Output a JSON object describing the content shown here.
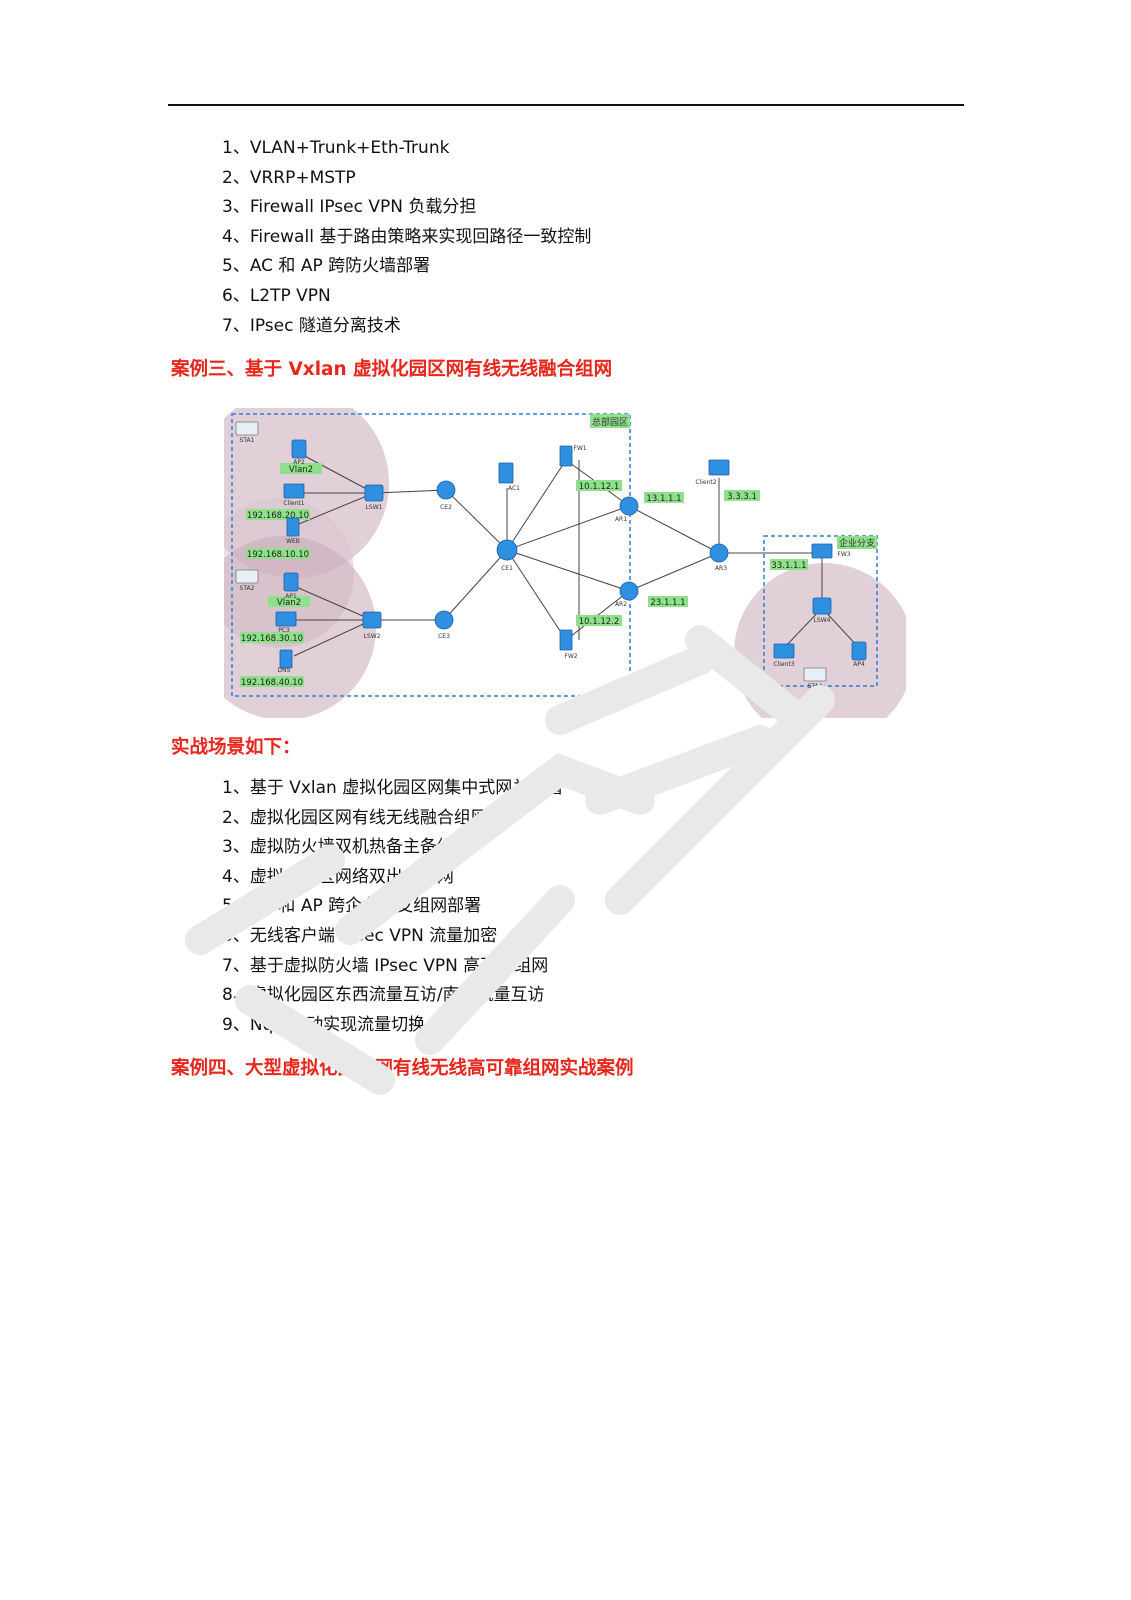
{
  "list1": [
    "1、VLAN+Trunk+Eth-Trunk",
    "2、VRRP+MSTP",
    "3、Firewall IPsec VPN 负载分担",
    "4、Firewall  基于路由策略来实现回路径一致控制",
    "5、AC 和 AP 跨防火墙部署",
    "6、L2TP VPN",
    "7、IPsec 隧道分离技术"
  ],
  "heading_case3": "案例三、基于 Vxlan 虚拟化园区网有线无线融合组网",
  "diagram": {
    "region_hq": "总部园区",
    "region_branch": "企业分支",
    "ips": {
      "client1": "192.168.20.10",
      "web": "192.168.10.10",
      "pc3": "192.168.30.10",
      "dns": "192.168.40.10",
      "fw1": "10.1.12.1",
      "fw2": "10.1.12.2",
      "ar1": "13.1.1.1",
      "ar2": "23.1.1.1",
      "client2": "3.3.3.1",
      "fw3": "33.1.1.1"
    },
    "vlan_ap2": "Vlan2",
    "vlan_ap1": "Vlan2",
    "devices": {
      "sta1": "STA1",
      "ap2": "AP2",
      "client1": "Client1",
      "web": "WEB",
      "lsw1": "LSW1",
      "ce2": "CE2",
      "ac1": "AC1",
      "ce1": "CE1",
      "sta2": "STA2",
      "ap1": "AP1",
      "pc3": "PC3",
      "dns": "DNS",
      "lsw2": "LSW2",
      "ce3": "CE3",
      "fw1": "FW1",
      "fw2": "FW2",
      "ar1": "AR1",
      "ar2": "AR2",
      "ar3": "AR3",
      "client2": "Client2",
      "fw3": "FW3",
      "lsw4": "LSW4",
      "client3": "Client3",
      "ap4": "AP4",
      "sta4": "STA4"
    }
  },
  "heading_scenarios": "实战场景如下：",
  "list2": [
    "1、基于 Vxlan 虚拟化园区网集中式网关部署",
    "2、虚拟化园区网有线无线融合组网",
    "3、虚拟防火墙双机热备主备组网",
    "4、虚拟化园区网络双出口组网",
    "5、AC 和 AP 跨企业分支组网部署",
    "6、无线客户端 IPsec VPN 流量加密",
    "7、基于虚拟防火墙 IPsec VPN 高可靠组网",
    "8、虚拟化园区东西流量互访/南北流量互访",
    "9、Nqa 联动实现流量切换"
  ],
  "heading_case4": "案例四、大型虚拟化园区网有线无线高可靠组网实战案例",
  "colors": {
    "heading": "#e8261b",
    "ip_label_bg": "#8fe08a",
    "region_border": "#2e7fd6",
    "device": "#2f8fe0"
  }
}
